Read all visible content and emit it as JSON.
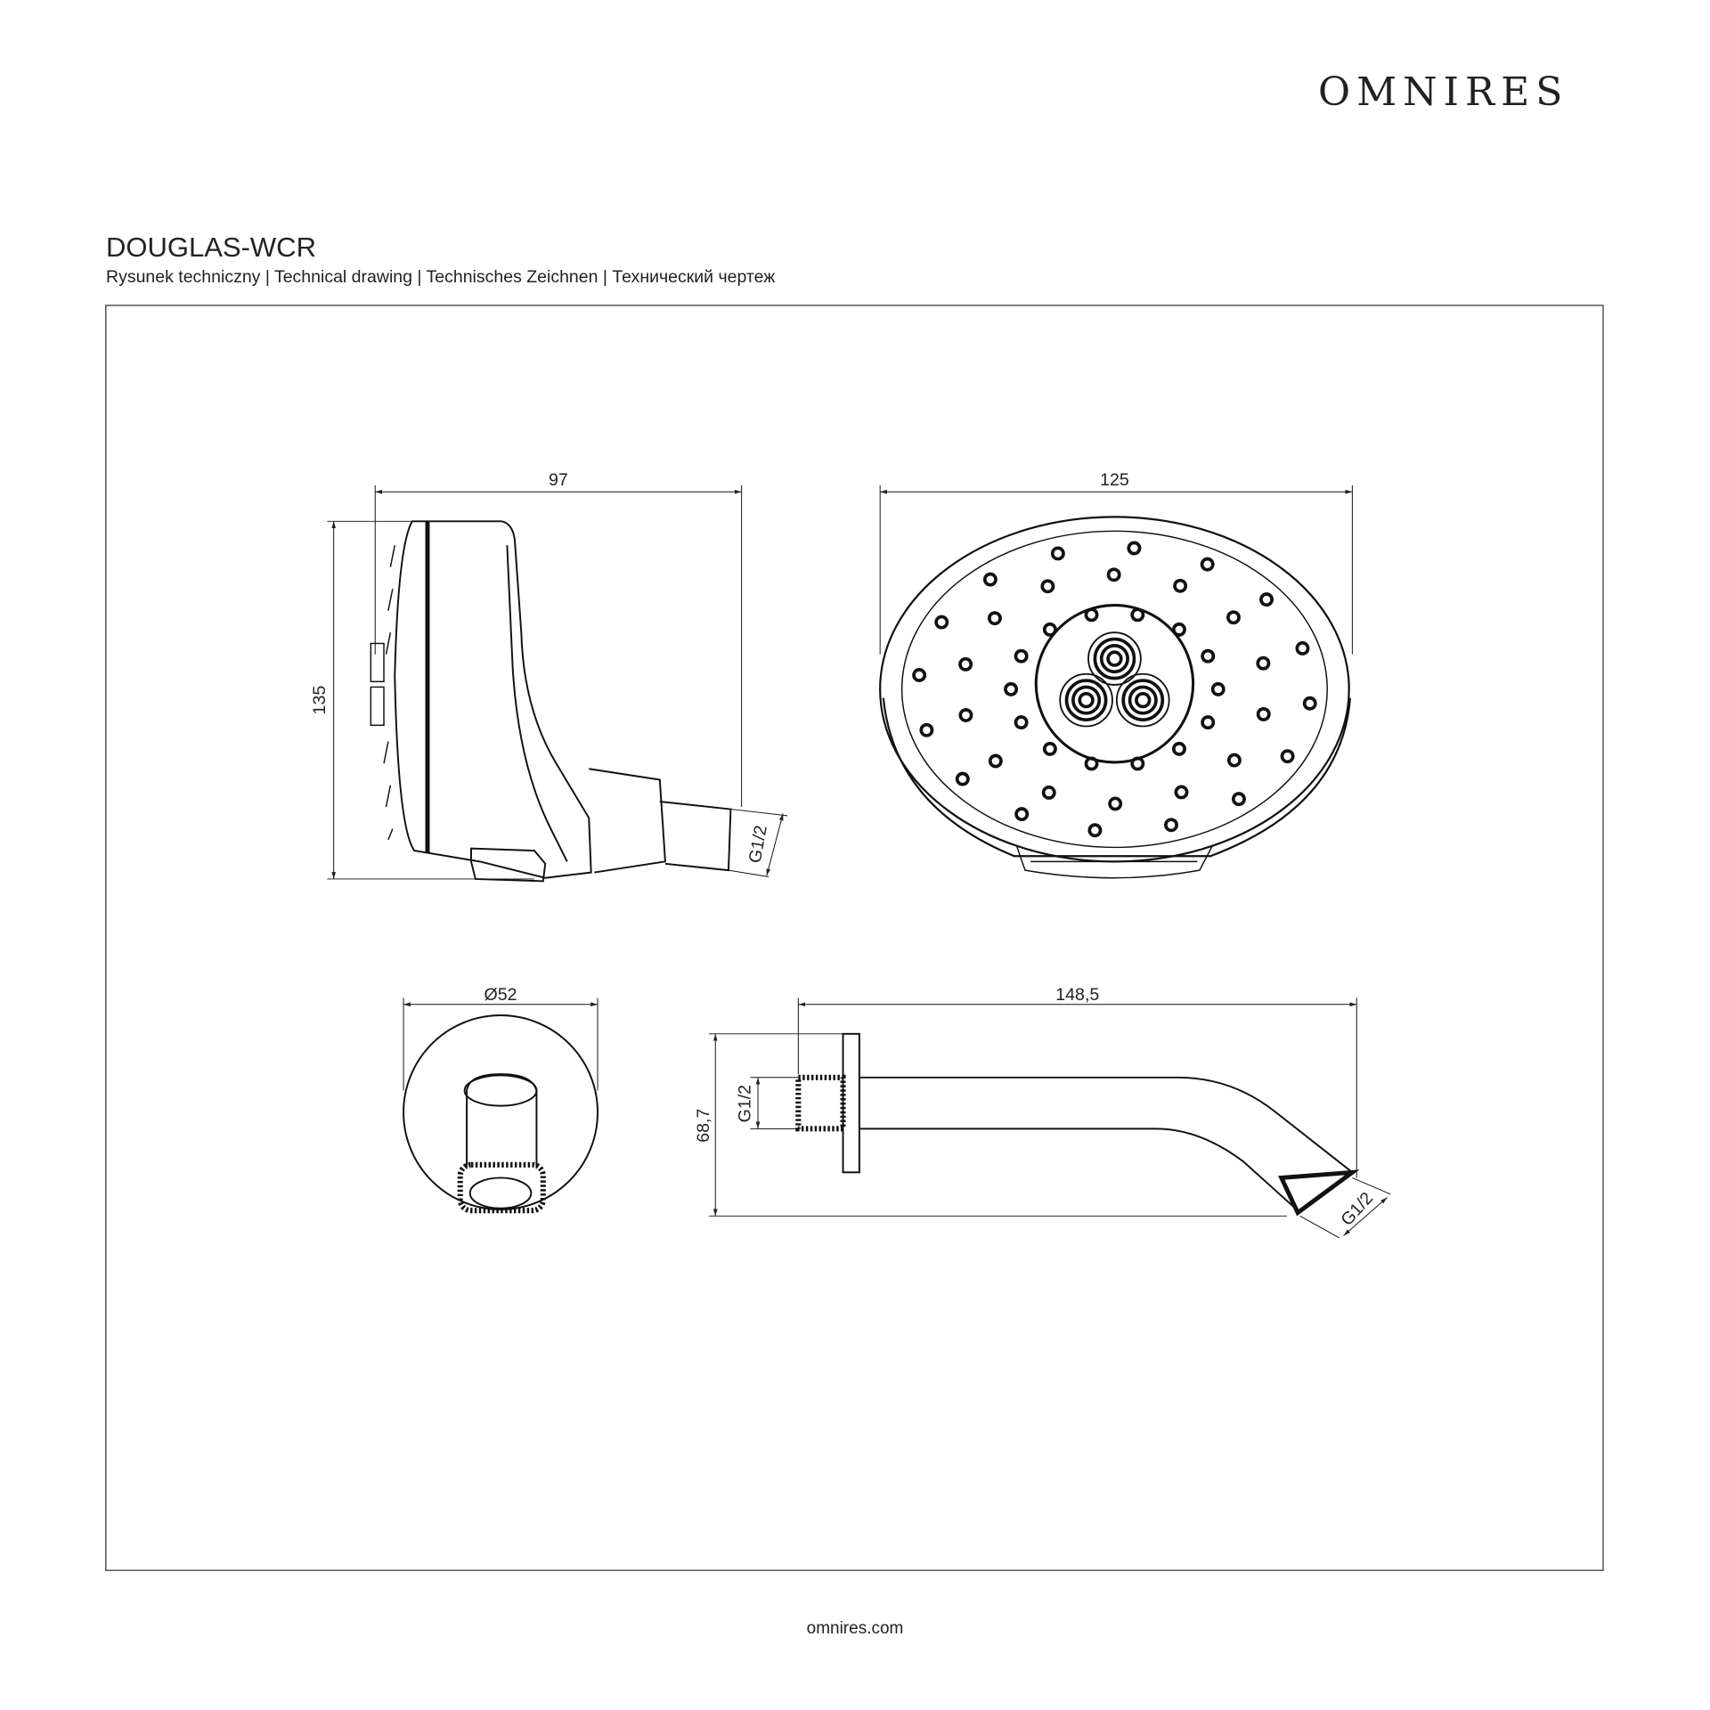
{
  "brand": {
    "logo": "OMNIRES"
  },
  "header": {
    "title": "DOUGLAS-WCR",
    "subtitle": "Rysunek techniczny | Technical drawing | Technisches Zeichnen | Технический чертеж"
  },
  "dimensions": {
    "side_width": "97",
    "side_height": "135",
    "side_thread": "G1/2",
    "front_diameter": "125",
    "flange_diameter": "Ø52",
    "arm_length": "148,5",
    "arm_height": "68,7",
    "arm_thread_inlet": "G1/2",
    "arm_thread_outlet": "G1/2"
  },
  "footer": {
    "url": "omnires.com"
  }
}
